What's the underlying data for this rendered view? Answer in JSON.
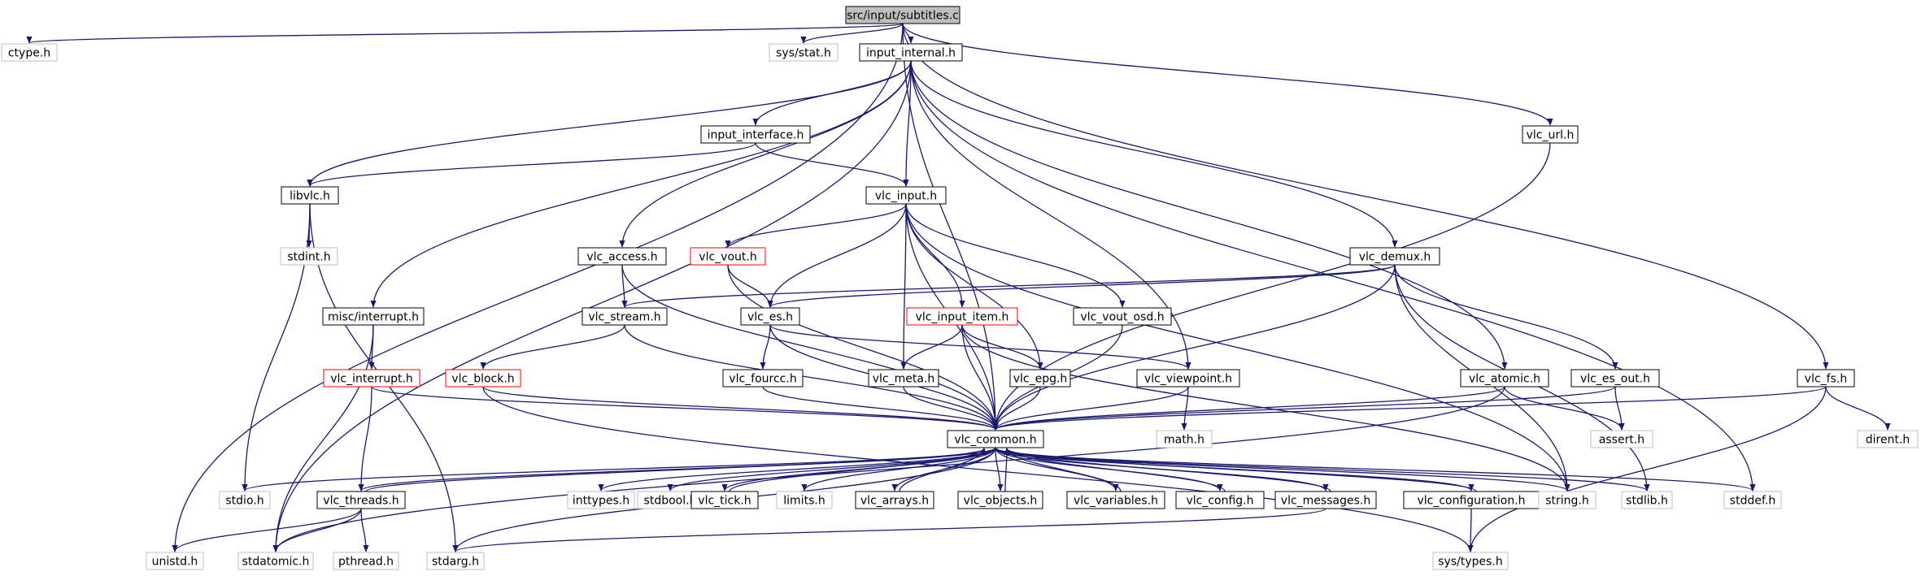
{
  "title_node": "src/input/subtitles.c",
  "colors": {
    "edge": "#191970",
    "box_black": "#000000",
    "box_gray": "#bfbfbf",
    "box_red": "#ff0000",
    "root_fill": "#bfbfbf"
  },
  "nodes": {
    "root": "src/input/subtitles.c",
    "ctype": "ctype.h",
    "sysstat": "sys/stat.h",
    "input_internal": "input_internal.h",
    "vlc_url": "vlc_url.h",
    "input_interface": "input_interface.h",
    "libvlc": "libvlc.h",
    "vlc_input": "vlc_input.h",
    "stdint": "stdint.h",
    "vlc_access": "vlc_access.h",
    "vlc_vout": "vlc_vout.h",
    "vlc_demux": "vlc_demux.h",
    "misc_interrupt": "misc/interrupt.h",
    "vlc_stream": "vlc_stream.h",
    "vlc_es": "vlc_es.h",
    "vlc_input_item": "vlc_input_item.h",
    "vlc_vout_osd": "vlc_vout_osd.h",
    "vlc_interrupt": "vlc_interrupt.h",
    "vlc_block": "vlc_block.h",
    "vlc_fourcc": "vlc_fourcc.h",
    "vlc_meta": "vlc_meta.h",
    "vlc_epg": "vlc_epg.h",
    "vlc_viewpoint": "vlc_viewpoint.h",
    "vlc_atomic": "vlc_atomic.h",
    "vlc_es_out": "vlc_es_out.h",
    "vlc_fs": "vlc_fs.h",
    "vlc_common": "vlc_common.h",
    "math": "math.h",
    "assert": "assert.h",
    "dirent": "dirent.h",
    "stdio": "stdio.h",
    "vlc_threads": "vlc_threads.h",
    "inttypes": "inttypes.h",
    "stdbool": "stdbool.h",
    "vlc_tick": "vlc_tick.h",
    "limits": "limits.h",
    "vlc_arrays": "vlc_arrays.h",
    "vlc_objects": "vlc_objects.h",
    "vlc_variables": "vlc_variables.h",
    "vlc_config": "vlc_config.h",
    "vlc_messages": "vlc_messages.h",
    "vlc_configuration": "vlc_configuration.h",
    "string": "string.h",
    "stdlib": "stdlib.h",
    "stddef": "stddef.h",
    "unistd": "unistd.h",
    "stdatomic": "stdatomic.h",
    "pthread": "pthread.h",
    "stdarg": "stdarg.h",
    "systypes": "sys/types.h"
  }
}
